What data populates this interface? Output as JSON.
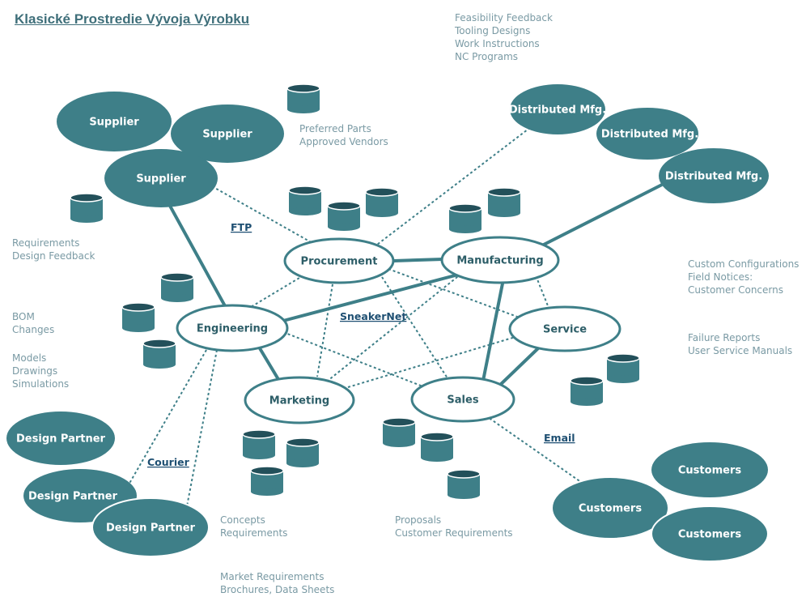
{
  "title": "Klasické Prostredie Vývoja Výrobku",
  "hubs": {
    "procurement": "Procurement",
    "manufacturing": "Manufacturing",
    "engineering": "Engineering",
    "service": "Service",
    "marketing": "Marketing",
    "sales": "Sales"
  },
  "satellites": {
    "supplier": "Supplier",
    "distributed_mfg": "Distributed Mfg.",
    "design_partner": "Design Partner",
    "customers": "Customers"
  },
  "link_labels": {
    "ftp": "FTP",
    "sneakernet": "SneakerNet",
    "courier": "Courier",
    "email": "Email"
  },
  "notes": {
    "top_center": [
      "Feasibility Feedback",
      "Tooling Designs",
      "Work Instructions",
      "NC Programs"
    ],
    "supplier_db": [
      "Preferred Parts",
      "Approved Vendors"
    ],
    "left_requirements": [
      "Requirements",
      "Design Feedback"
    ],
    "left_bom": [
      "BOM",
      "Changes"
    ],
    "left_models": [
      "Models",
      "Drawings",
      "Simulations"
    ],
    "right_config": [
      "Custom Configurations",
      "Field Notices:",
      "Customer Concerns"
    ],
    "right_failure": [
      "Failure Reports",
      "User Service Manuals"
    ],
    "bottom_concepts": [
      "Concepts",
      "Requirements"
    ],
    "bottom_market": [
      "Market Requirements",
      "Brochures, Data Sheets"
    ],
    "bottom_proposals": [
      "Proposals",
      "Customer Requirements"
    ]
  },
  "colors": {
    "teal": "#3e7f88",
    "hub_text": "#2d5e68",
    "note": "#7a9aa4",
    "link_label": "#1e4f72",
    "title": "#3f6f7a"
  }
}
